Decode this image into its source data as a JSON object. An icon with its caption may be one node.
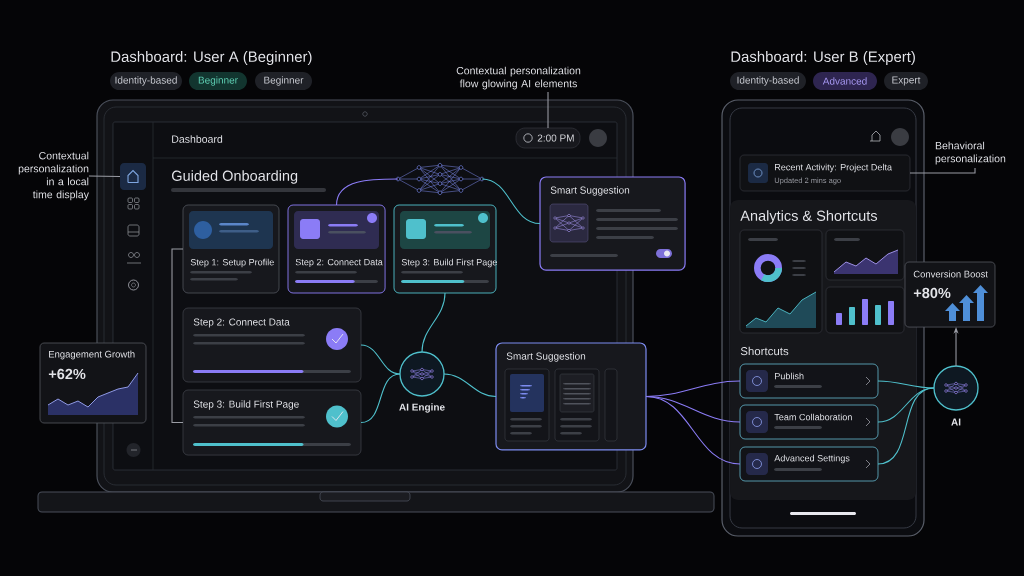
{
  "diagram": {
    "nodes": [
      {
        "text": [
          "Identity-based"
        ]
      },
      {
        "text": [
          "Beginner"
        ]
      },
      {
        "text": [
          "Beginner"
        ]
      },
      {
        "text": [
          "Contextual personalization flow glowing AI elements"
        ]
      },
      {
        "text": [
          "Identity-based"
        ]
      },
      {
        "text": [
          "Advanced"
        ]
      },
      {
        "text": [
          "Expert"
        ]
      },
      {
        "text": [
          "Contextual personalization in a local time display"
        ]
      },
      {
        "text": [
          "Dashboard",
          "Guided Onboarding"
        ]
      },
      {
        "text": [],
        "shape": "box",
        "in": 8
      },
      {
        "text": [
          "2:00 PM"
        ],
        "in": 8
      },
      {
        "text": [],
        "shape": "picture",
        "in": 8
      },
      {
        "text": [
          "Step 1: Setup Profile"
        ],
        "in": 8
      },
      {
        "text": [
          "Step 2: Connect Data"
        ],
        "in": 8
      },
      {
        "text": [
          "Step 3: Build First Page"
        ],
        "in": 8
      },
      {
        "text": [
          "Smart Suggestion"
        ]
      },
      {
        "text": [
          "Step 2: Connect Data"
        ],
        "in": 8
      },
      {
        "text": [
          "Step 3: Build First Page"
        ],
        "in": 8
      },
      {
        "text": [
          "AI Engine"
        ],
        "in": 8
      },
      {
        "text": [
          "Smart Suggestion"
        ]
      },
      {
        "text": [
          "Engagement Growth",
          "+62%"
        ]
      },
      {
        "text": [],
        "shape": "box"
      },
      {
        "text": [
          "Recent Activity: Project Delta",
          "Updated 2 mins ago"
        ],
        "in": 21
      },
      {
        "text": [
          "Behavioral personalization"
        ]
      },
      {
        "text": [
          "Analytics & Shortcuts",
          "Shortcuts"
        ],
        "in": 21
      },
      {
        "text": [
          "Conversion Boost",
          "+80%"
        ]
      },
      {
        "text": [
          "Publish"
        ],
        "in": 24
      },
      {
        "text": [
          "Team Collaboration"
        ],
        "in": 24
      },
      {
        "text": [
          "Advanced Settings"
        ],
        "in": 24
      },
      {
        "text": [
          "AI"
        ]
      }
    ],
    "edges": [
      {
        "from": 7,
        "to": 9,
        "arrow": "none",
        "color": "#9a9ca4"
      },
      {
        "from": 3,
        "to": 10,
        "arrow": "none",
        "color": "#9a9ca4"
      },
      {
        "from": 13,
        "to": 11,
        "arrow": "none",
        "color": "#8b7cf6"
      },
      {
        "from": 11,
        "to": 15,
        "arrow": "none"
      },
      {
        "from": 14,
        "to": 18,
        "arrow": "none"
      },
      {
        "from": 16,
        "to": 18,
        "arrow": "none"
      },
      {
        "from": 17,
        "to": 18,
        "arrow": "none"
      },
      {
        "from": 12,
        "to": 17,
        "arrow": "none",
        "color": "#9a9ca4"
      },
      {
        "from": 18,
        "to": 19,
        "arrow": "none"
      },
      {
        "from": 19,
        "to": 26,
        "arrow": "none",
        "color": "#8b7cf6"
      },
      {
        "from": 19,
        "to": 27,
        "arrow": "none",
        "color": "#8b7cf6"
      },
      {
        "from": 19,
        "to": 28,
        "arrow": "none",
        "color": "#8b7cf6"
      },
      {
        "from": 26,
        "to": 29,
        "arrow": "none"
      },
      {
        "from": 27,
        "to": 29,
        "arrow": "none"
      },
      {
        "from": 28,
        "to": 29,
        "arrow": "none"
      },
      {
        "from": 29,
        "to": 25,
        "arrow": "to",
        "color": "#9a9ca4"
      },
      {
        "from": 23,
        "to": 22,
        "arrow": "none",
        "color": "#9a9ca4"
      }
    ],
    "labels": [
      "Dashboard: User A (Beginner)",
      "Dashboard: User B (Expert)"
    ]
  }
}
